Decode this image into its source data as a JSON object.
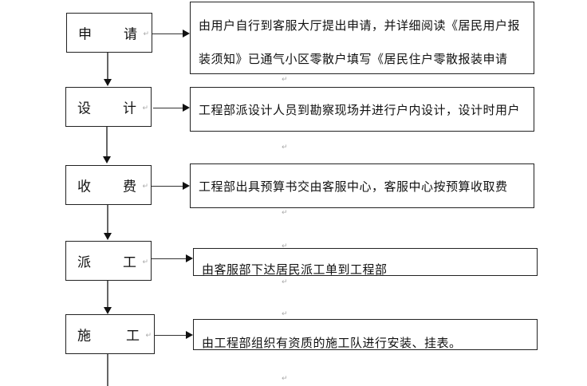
{
  "paragraph_mark": "↵",
  "steps": [
    {
      "char1": "申",
      "char2": "请",
      "description_lines": [
        "由用户自行到客服大厅提出申请，并详细阅读《居民用户报",
        "装须知》已通气小区零散户填写《居民住户零散报装申请"
      ]
    },
    {
      "char1": "设",
      "char2": "计",
      "description_lines": [
        "工程部派设计人员到勘察现场并进行户内设计，设计时用户"
      ]
    },
    {
      "char1": "收",
      "char2": "费",
      "description_lines": [
        "工程部出具预算书交由客服中心，客服中心按预算收取费"
      ]
    },
    {
      "char1": "派",
      "char2": "工",
      "description_lines": [
        "由客服部下达居民派工单到工程部"
      ]
    },
    {
      "char1": "施",
      "char2": "工",
      "description_lines": [
        "由工程部组织有资质的施工队进行安装、挂表。"
      ]
    }
  ]
}
